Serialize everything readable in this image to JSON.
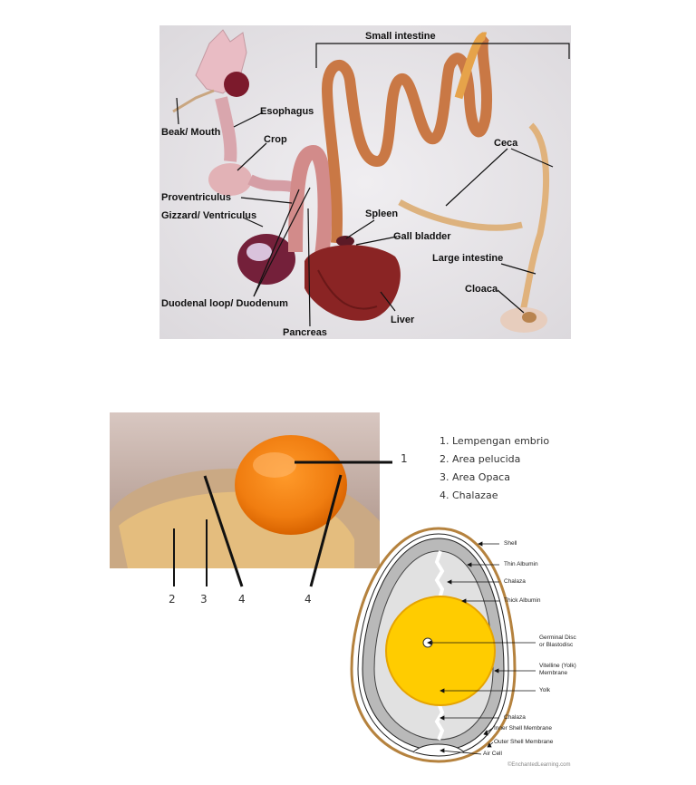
{
  "digestive": {
    "labels": {
      "small_intestine": "Small intestine",
      "esophagus": "Esophagus",
      "beak_mouth": "Beak/ Mouth",
      "crop": "Crop",
      "ceca": "Ceca",
      "proventriculus": "Proventriculus",
      "gizzard": "Gizzard/ Ventriculus",
      "spleen": "Spleen",
      "gall_bladder": "Gall bladder",
      "large_intestine": "Large intestine",
      "cloaca": "Cloaca",
      "duodenal_loop": "Duodenal loop/ Duodenum",
      "liver": "Liver",
      "pancreas": "Pancreas"
    }
  },
  "egg_photo": {
    "legend": [
      "1. Lempengan embrio",
      "2. Area pelucida",
      "3. Area Opaca",
      "4. Chalazae"
    ],
    "numbers": {
      "n1": "1",
      "n2": "2",
      "n3": "3",
      "n4a": "4",
      "n4b": "4"
    }
  },
  "egg_diagram": {
    "labels": {
      "shell": "Shell",
      "thin_albumin": "Thin Albumin",
      "chalaza_top": "Chalaza",
      "thick_albumin": "Thick Albumin",
      "germinal_disc": "Germinal Disc\nor Blastodisc",
      "vitelline": "Vitelline (Yolk)\nMembrane",
      "yolk": "Yolk",
      "chalaza_bottom": "Chalaza",
      "inner_shell": "Inner Shell Membrane",
      "outer_shell": "Outer Shell Membrane",
      "air_cell": "Air Cell"
    },
    "credit": "©EnchantedLearning.com",
    "colors": {
      "yolk": "#ffcc00",
      "yolk_edge": "#e6a400",
      "shell": "#b5823e",
      "albumin": "#cfcfcf"
    }
  }
}
